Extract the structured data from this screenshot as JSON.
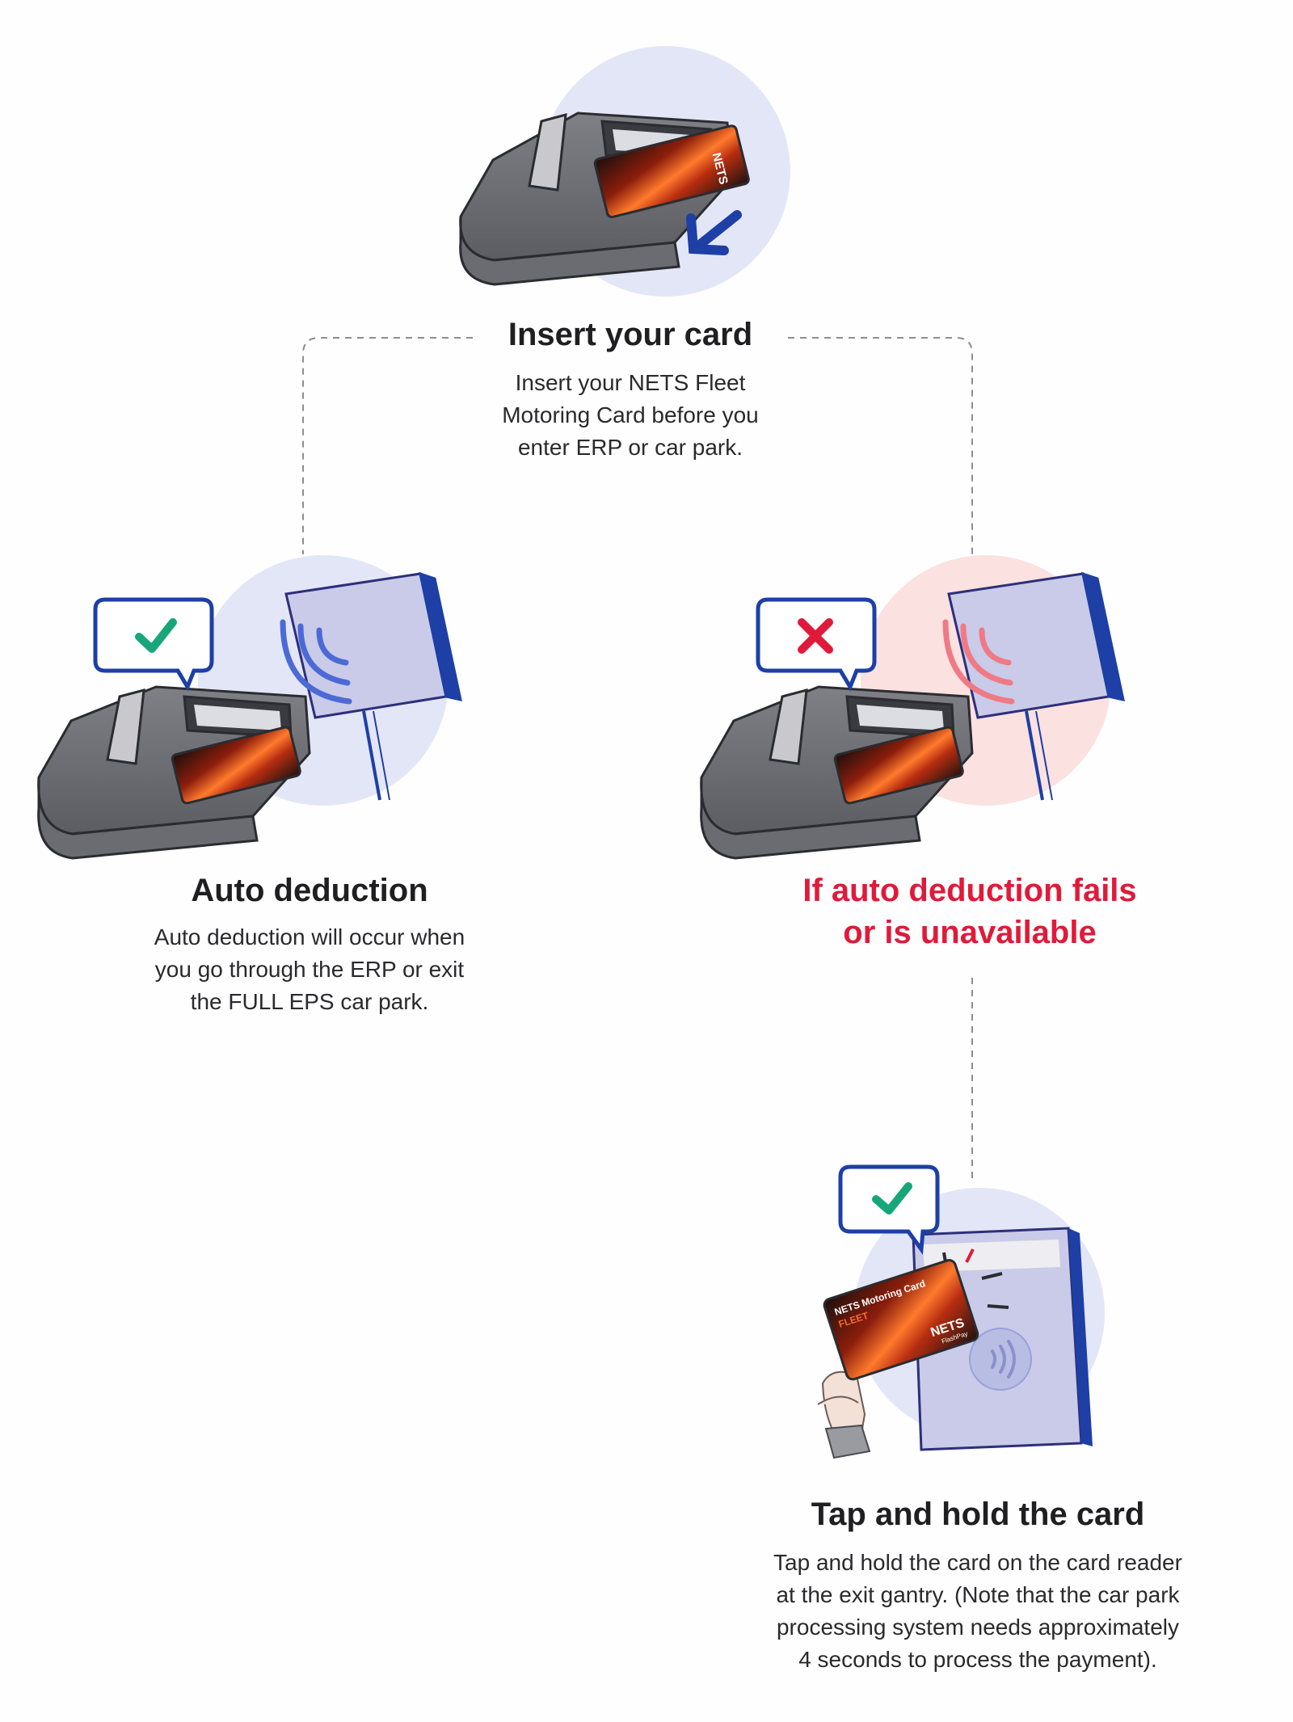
{
  "steps": {
    "insert": {
      "title": "Insert your card",
      "lines": [
        "Insert your NETS Fleet",
        "Motoring Card before you",
        "enter ERP or car park."
      ]
    },
    "auto": {
      "title": "Auto deduction",
      "lines": [
        "Auto deduction will occur when",
        "you go through the ERP or exit",
        "the FULL EPS car park."
      ]
    },
    "fail": {
      "title_lines": [
        "If auto deduction fails",
        "or is unavailable"
      ]
    },
    "tap": {
      "title": "Tap and hold the card",
      "lines": [
        "Tap and hold the card on the card reader",
        "at the exit gantry. (Note that the car park",
        "processing system needs approximately",
        "4 seconds to process the payment)."
      ]
    }
  },
  "card": {
    "brand": "NETS",
    "name": "NETS Motoring Card",
    "tier": "FLEET",
    "sub": "FlashPay"
  },
  "icons": [
    "check-icon",
    "cross-icon",
    "arrow-down-left-icon",
    "wireless-signal-icon",
    "contactless-icon"
  ],
  "colors": {
    "title": "#1f1f22",
    "alert": "#e01a3a",
    "success": "#17a67a",
    "accent": "#1d3fa6",
    "circle_blue": "#e3e6f7",
    "circle_pink": "#fbe1e0"
  }
}
